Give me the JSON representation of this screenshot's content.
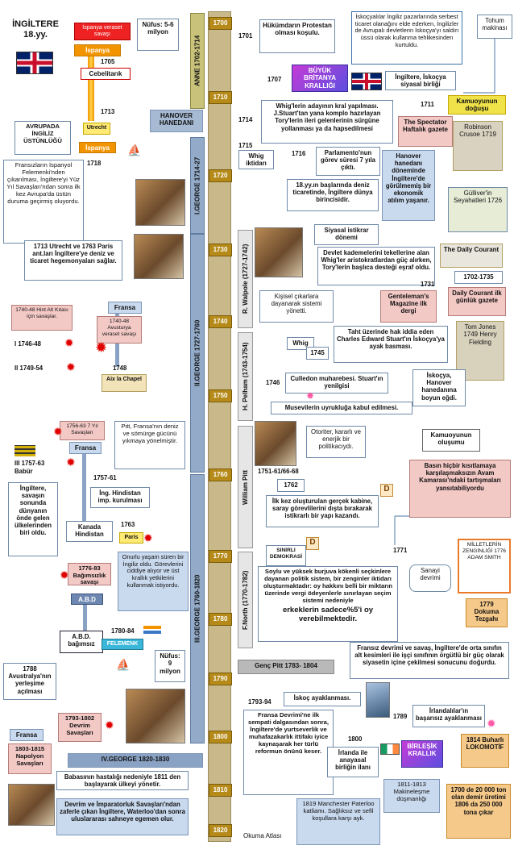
{
  "header": {
    "title_line1": "İNGİLTERE",
    "title_line2": "18.yy."
  },
  "timeline": {
    "years": [
      "1700",
      "1710",
      "1720",
      "1730",
      "1740",
      "1750",
      "1760",
      "1770",
      "1780",
      "1790",
      "1800",
      "1810",
      "1820"
    ],
    "reigns": {
      "anne": "ANNE 1702-1714",
      "george1": "I.GEORGE 1714-27",
      "george2": "II.GEORGE 1727-1760",
      "george3": "III.GEORGE 1760-1820",
      "hanover": "HANOVER HANEDANI",
      "george4": "IV.GEORGE 1820-1830"
    },
    "ministers": {
      "walpole": "R. Walpole (1727-1742)",
      "pelham": "H. Pelham (1743-1754)",
      "pitt": "William Pitt",
      "north": "F.North (1770-1782)",
      "young_pitt": "Genç Pitt  1783- 1804"
    }
  },
  "left": {
    "ispanya_veraset": "İspanya veraset savaşı",
    "nufus1": "Nüfus: 5-6 milyon",
    "ispanya1": "İspanya",
    "y1705": "1705",
    "cebelitarik": "Cebelitarık",
    "y1713": "1713",
    "utrecht": "Utrecht",
    "ispanya2": "İspanya",
    "avrupada": "AVRUPADA İNGİLİZ ÜSTÜNLÜĞÜ",
    "y1718": "1718",
    "fransizlarin": "Fransızların İspanyol Felemenki'nden çıkarılması, İngiltere'yi Yüz Yıl Savaşları'ndan sonra ilk kez Avrupa'da üstün duruma geçirmiş oluyordu.",
    "utrecht_paris": "1713 Utrecht ve 1763 Paris ant.ları İngiltere'ye deniz ve ticaret hegemonyaları sağlar.",
    "fransa1": "Fransa",
    "hint_alt": "1740-48 Hint Alt Kıtası için savaşlar.",
    "avusturya": "1740-48 Avusturya veraset savaşı",
    "w1": "I    1746-48",
    "w2": "II   1749-54",
    "y1748": "1748",
    "aix": "Aix la Chapel",
    "yedi_yil": "1756-63 7 Yıl Savaşları",
    "fransa2": "Fransa",
    "w3": "III  1757-63",
    "babur": "Babür",
    "pitt_fransa": "Pitt, Fransa'nın deniz ve sömürge gücünü yıkmaya yönelmiştir.",
    "y1757": "1757-61",
    "ing_hindistan": "İng. Hindistan imp. kurulması",
    "ingiltere_savas": "İngiltere, savaşın sonunda dünyanın önde gelen ülkelerinden biri oldu.",
    "kanada": "Kanada Hindistan",
    "y1763": "1763",
    "paris": "Paris",
    "onurlu": "Onurlu yaşam süren bir İngiliz oldu. Görevlerini ciddiye alıyor ve üst krallık yetkilerini kullanmak istiyordu.",
    "bagimsizlik": "1776-83 Bağımsızlık savaşı",
    "abd": "A.B.D",
    "abd_bagimsiz": "A.B.D. bağımsız",
    "y1780": "1780-84",
    "felemenk": "FELEMENK",
    "nufus2": "Nüfus: 9 milyon",
    "avustralya": "1788 Avustralya'nın yerleşime açılması",
    "fransa3": "Fransa",
    "devrim": "1793-1802 Devrim Savaşları",
    "napolyon": "1803-1815 Napolyon Savaşları",
    "babanin": "Babasının hastalığı nedeniyle 1811 den başlayarak ülkeyi yönetir.",
    "devrim_imp": "Devrim ve İmparatorluk Savaşları'ndan zaferle çıkan İngiltere, Waterloo'dan sonra uluslararası sahneye egemen olur."
  },
  "right": {
    "y1701": "1701",
    "hukumdarin": "Hükümdarın Protestan olması koşulu.",
    "iskocyalilar": "İskoçyalılar İngiliz pazarlarında serbest ticaret olanağını elde ederken, İngilizler de Avrupalı devletlerin İskoçya'yı saldırı üssü olarak kullanma tehlikesinden kurtuldu.",
    "tohum": "Tohum makinası",
    "y1707": "1707",
    "buyuk": "BÜYÜK BRİTANYA KRALLIĞI",
    "birlik": "İngiltere, İskoçya siyasal birliği",
    "whig_aday": "Whig'lerin adayının kral yapılması. J.Stuart'tan yana komplo hazırlayan Tory'lerin ileri gelenlerinin sürgüne yollanması ya da hapsedilmesi",
    "y1711": "1711",
    "kamuoyu1": "Kamuoyunun doğuşu",
    "y1714": "1714",
    "spectator": "The Spectator Haftalık gazete",
    "crusoe": "Robinson Crusoe 1719",
    "y1715": "1715",
    "whig_iktidar": "Whig iktidarı",
    "y1716": "1716",
    "parlamento": "Parlamento'nun görev süresi 7 yıla çıktı.",
    "hanover_done": "Hanover hanedanı döneminde İngiltere'de görülmemiş bir ekonomik atılım yaşanır.",
    "deniz_ticaret": "18.yy.ın başlarında deniz ticaretinde, İngiltere dünya birincisidir.",
    "gulliver": "Gülliver'in Seyahatleri 1726",
    "istikrar": "Siyasal istikrar dönemi",
    "devlet_kadem": "Devlet kademelerini tekellerine alan Whig'ler aristokratlardan güç alırken, Tory'lerin başlıca desteği eşraf oldu.",
    "y1731": "1731",
    "daily": "1702-1735",
    "daily_courant": "Daily Courant ilk günlük gazete",
    "kisisel": "Kişisel çıkarlara dayanarak sistemi yönetti.",
    "gentleman": "Genteleman's Magazine ilk dergi",
    "whig2": "Whig",
    "taht": "Taht üzerinde hak iddia eden Charles Edward Stuart'ın İskoçya'ya ayak basması.",
    "y1745": "1745",
    "tomjones": "Tom Jones 1749 Henry Fielding",
    "y1746": "1746",
    "culledon": "Culledon muharebesi. Stuart'ın yenilgisi",
    "iskocya_hanover": "İskoçya, Hanover hanedanına boyun eğdi.",
    "musevilerin": "Musevilerin uyrukluğa kabul edilmesi.",
    "otoriter": "Otoriter, kararlı ve enerjik bir politikacıydı.",
    "kamuoyu2": "Kamuoyunun oluşumu",
    "y1751": "1751-61/66-68",
    "y1762": "1762",
    "basin": "Basın hiçbir kısıtlamaya karşılaşmaksızın Avam Kamarası'ndaki tartışmaları yansıtabiliyordu",
    "ilk_kez": "İlk kez oluşturulan gerçek kabine, saray görevlilerini dışta bırakarak istikrarlı bir yapı kazandı.",
    "d": "D",
    "y1771": "1771",
    "milletlerin": "MİLLETLERİN ZENGİNLİĞİ 1776 ADAM SMITH",
    "sinirli": "SINIRLI DEMOKRASİ",
    "soylu": "Soylu ve yüksek burjuva kökenli seçkinlere dayanan politik sistem, bir zenginler iktidarı oluşturmaktadır: oy hakkını belli bir miktarın üzerinde vergi ödeyenlerle sınırlayan seçim sistemi nedeniyle",
    "erkeklerin": "erkeklerin sadece%5'i oy verebilmektedir.",
    "sanayi": "Sanayi devrimi",
    "dokuma": "1779 Dokuma Tezgahı",
    "fransiz_devrim": "Fransız devrimi ve savaş, İngiltere'de orta sınıfın alt kesimleri ile işçi sınıfının örgütlü bir güç olarak siyasetin içine çekilmesi sonucunu doğurdu.",
    "y1793": "1793-94",
    "iskoc_ayak": "İskoç ayaklanması.",
    "y1789": "1789",
    "irlandali": "İrlandalılar'ın başarısız ayaklanması",
    "fransa_devrimi": "Fransa Devrimi'ne ilk sempati dalgasından sonra, İngiltere'de yurtseverlik ve muhafazakarlık ittifakı iyice kaynaşarak her türlü reformun önünü keser.",
    "y1800": "1800",
    "irlanda_birlik": "İrlanda ile anayasal birliğin ilanı",
    "birlesik": "BİRLEŞİK KRALLIK",
    "lokomotif": "1814 Buharlı LOKOMOTİF",
    "makine": "1811-1813 Makineleşme düşmanlığı",
    "manchester": "1819 Manchester Paterloo katliamı. Sağlıksız ve sefil koşullara karşı ayk.",
    "demir": "1700 de 20 000 ton olan demir üretimi 1806 da 250 000 tona çıkar",
    "okuma": "Okuma Atlası"
  },
  "colors": {
    "timeline_bar": "#c9b98a",
    "year_box": "#b58a19",
    "reign_bar": "#93abc9",
    "ispanya": "#f29400"
  }
}
